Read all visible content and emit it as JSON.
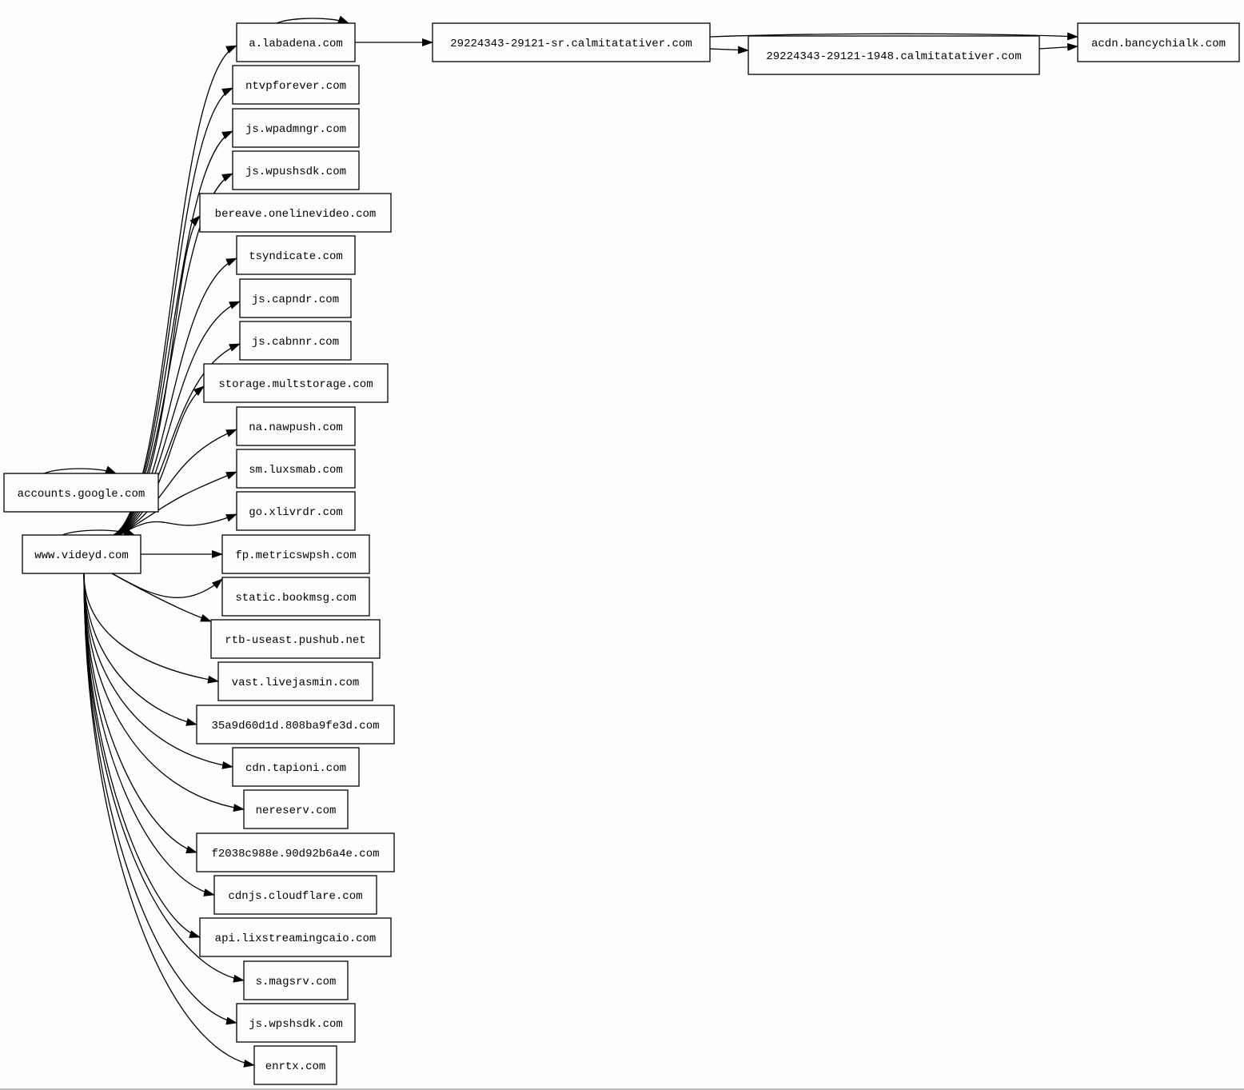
{
  "graph": {
    "nodes": [
      {
        "id": "accounts",
        "label": "accounts.google.com"
      },
      {
        "id": "videyd",
        "label": "www.videyd.com"
      },
      {
        "id": "labadena",
        "label": "a.labadena.com"
      },
      {
        "id": "ntvp",
        "label": "ntvpforever.com"
      },
      {
        "id": "wpadmngr",
        "label": "js.wpadmngr.com"
      },
      {
        "id": "wpushsdk",
        "label": "js.wpushsdk.com"
      },
      {
        "id": "bereave",
        "label": "bereave.onelinevideo.com"
      },
      {
        "id": "tsyndicate",
        "label": "tsyndicate.com"
      },
      {
        "id": "capndr",
        "label": "js.capndr.com"
      },
      {
        "id": "cabnnr",
        "label": "js.cabnnr.com"
      },
      {
        "id": "storage",
        "label": "storage.multstorage.com"
      },
      {
        "id": "nawpush",
        "label": "na.nawpush.com"
      },
      {
        "id": "luxsmab",
        "label": "sm.luxsmab.com"
      },
      {
        "id": "xlivrdr",
        "label": "go.xlivrdr.com"
      },
      {
        "id": "metrics",
        "label": "fp.metricswpsh.com"
      },
      {
        "id": "bookmsg",
        "label": "static.bookmsg.com"
      },
      {
        "id": "pushub",
        "label": "rtb-useast.pushub.net"
      },
      {
        "id": "livejasmin",
        "label": "vast.livejasmin.com"
      },
      {
        "id": "h35a",
        "label": "35a9d60d1d.808ba9fe3d.com"
      },
      {
        "id": "tapioni",
        "label": "cdn.tapioni.com"
      },
      {
        "id": "nereserv",
        "label": "nereserv.com"
      },
      {
        "id": "f2038",
        "label": "f2038c988e.90d92b6a4e.com"
      },
      {
        "id": "cdnjs",
        "label": "cdnjs.cloudflare.com"
      },
      {
        "id": "lix",
        "label": "api.lixstreamingcaio.com"
      },
      {
        "id": "magsrv",
        "label": "s.magsrv.com"
      },
      {
        "id": "wpshsdk",
        "label": "js.wpshsdk.com"
      },
      {
        "id": "enrtx",
        "label": "enrtx.com"
      },
      {
        "id": "sr",
        "label": "29224343-29121-sr.calmitatativer.com"
      },
      {
        "id": "n1948",
        "label": "29224343-29121-1948.calmitatativer.com"
      },
      {
        "id": "acdn",
        "label": "acdn.bancychialk.com"
      }
    ],
    "edges": [
      [
        "accounts",
        "accounts"
      ],
      [
        "videyd",
        "videyd"
      ],
      [
        "labadena",
        "labadena"
      ],
      [
        "videyd",
        "labadena"
      ],
      [
        "videyd",
        "ntvp"
      ],
      [
        "videyd",
        "wpadmngr"
      ],
      [
        "videyd",
        "wpushsdk"
      ],
      [
        "videyd",
        "bereave"
      ],
      [
        "videyd",
        "tsyndicate"
      ],
      [
        "videyd",
        "capndr"
      ],
      [
        "videyd",
        "cabnnr"
      ],
      [
        "videyd",
        "storage"
      ],
      [
        "videyd",
        "nawpush"
      ],
      [
        "videyd",
        "luxsmab"
      ],
      [
        "videyd",
        "xlivrdr"
      ],
      [
        "videyd",
        "metrics"
      ],
      [
        "videyd",
        "bookmsg"
      ],
      [
        "videyd",
        "pushub"
      ],
      [
        "videyd",
        "livejasmin"
      ],
      [
        "videyd",
        "h35a"
      ],
      [
        "videyd",
        "tapioni"
      ],
      [
        "videyd",
        "nereserv"
      ],
      [
        "videyd",
        "f2038"
      ],
      [
        "videyd",
        "cdnjs"
      ],
      [
        "videyd",
        "lix"
      ],
      [
        "videyd",
        "magsrv"
      ],
      [
        "videyd",
        "wpshsdk"
      ],
      [
        "videyd",
        "enrtx"
      ],
      [
        "labadena",
        "sr"
      ],
      [
        "sr",
        "n1948"
      ],
      [
        "sr",
        "acdn"
      ],
      [
        "n1948",
        "acdn"
      ]
    ]
  }
}
